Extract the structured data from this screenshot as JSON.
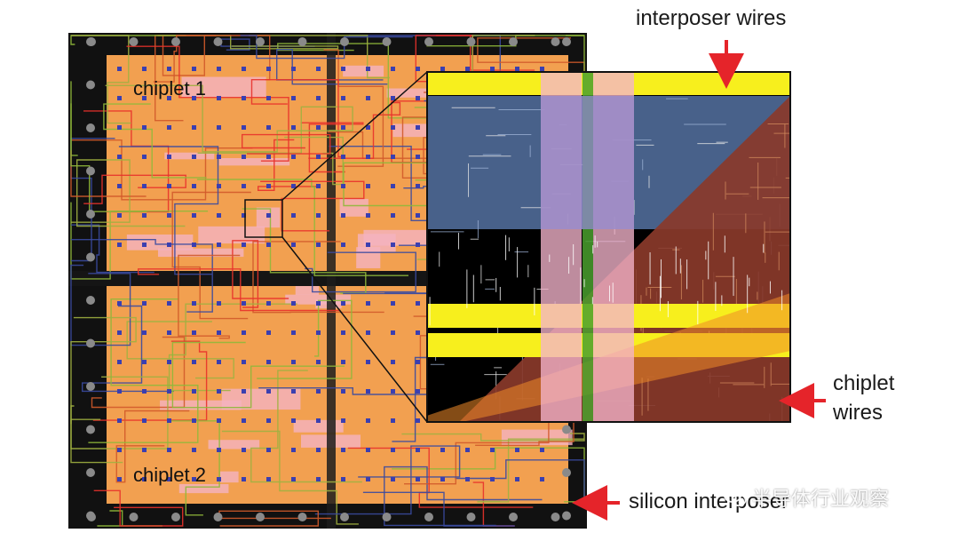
{
  "labels": {
    "chiplet_1": "chiplet 1",
    "chiplet_2": "chiplet 2",
    "interposer_wires": "interposer wires",
    "chiplet_wires_line1": "chiplet",
    "chiplet_wires_line2": "wires",
    "silicon_interposer": "silicon interposer"
  },
  "watermark": {
    "text": "半导体行业观察",
    "icon": "wechat-icon"
  },
  "colors": {
    "interposer_bg": "#111111",
    "chiplet_fill": "#f2a050",
    "chiplet_pink": "#f4b3c0",
    "wire_red": "#e8322b",
    "wire_green": "#8fb83a",
    "wire_blue": "#3a4aa0",
    "zoom_yellow": "#f7ef1d",
    "zoom_blue": "#48618a",
    "zoom_purple": "#8f86c8",
    "zoom_pink": "#f4b4cb",
    "zoom_rust": "#8a3a2a",
    "arrow_red": "#e5242a"
  }
}
